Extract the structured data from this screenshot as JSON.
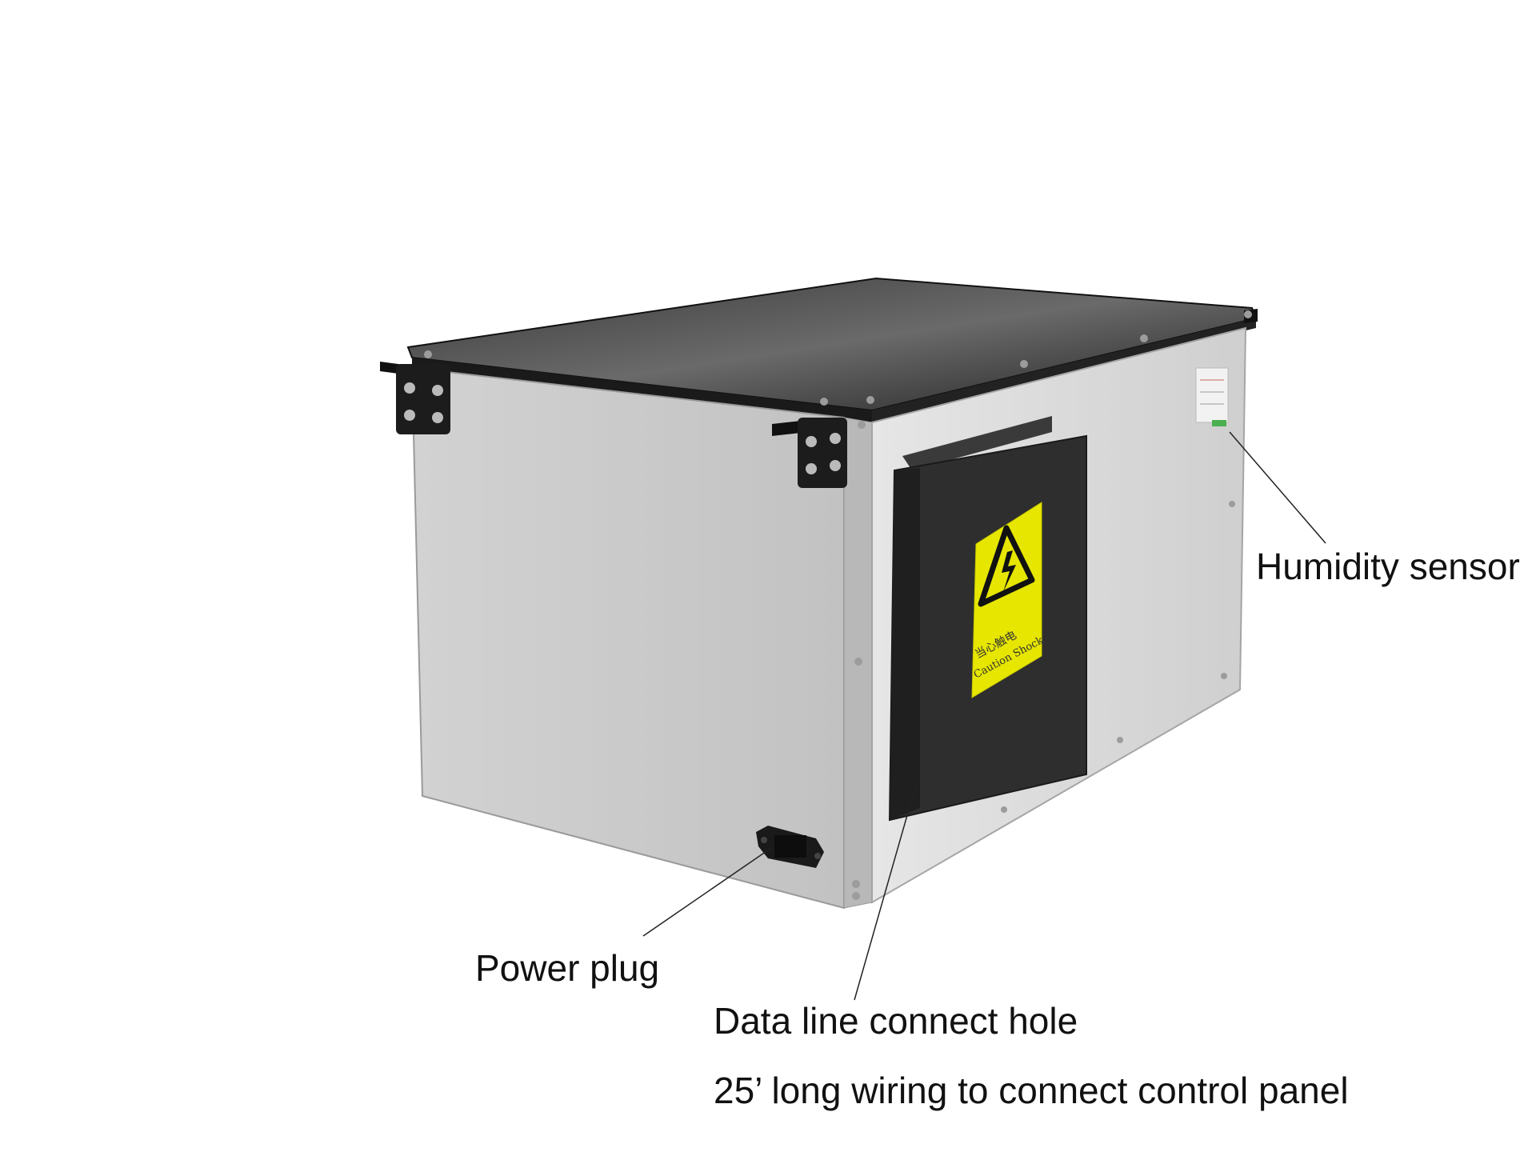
{
  "labels": {
    "humidity_sensor": "Humidity sensor",
    "power_plug": "Power plug",
    "data_line": "Data line connect hole",
    "wiring_note": "25’ long wiring to connect control panel"
  },
  "warning_sign": {
    "chinese_text": "当心触电",
    "english_text": "Caution Shock",
    "icon": "high-voltage-warning-icon"
  },
  "colors": {
    "lid": "#2b2b2b",
    "front_panel": "#c9c9c9",
    "side_panel": "#d8d8d8",
    "junction_box": "#2e2e2e",
    "warning_yellow": "#e6e600"
  }
}
